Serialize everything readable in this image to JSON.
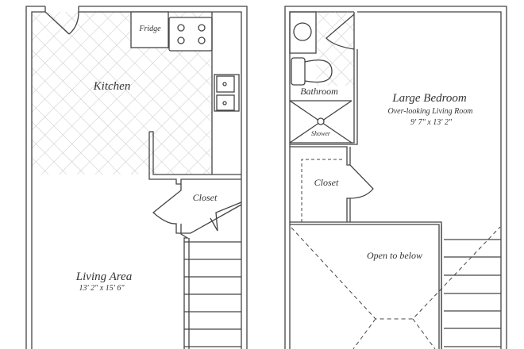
{
  "plans": {
    "first_floor": {
      "rooms": {
        "fridge": "Fridge",
        "kitchen": "Kitchen",
        "closet": "Closet",
        "living_area": "Living Area",
        "living_area_size": "13' 2\" x 15' 6\""
      }
    },
    "second_floor": {
      "rooms": {
        "bathroom": "Bathroom",
        "shower": "Shower",
        "large_bedroom": "Large Bedroom",
        "bedroom_note": "Over-looking Living Room",
        "bedroom_size": "9' 7\" x 13' 2\"",
        "closet": "Closet",
        "open_to_below": "Open to below"
      }
    }
  },
  "colors": {
    "wall": "#444444",
    "hatch": "#c8c8c8",
    "text": "#333333"
  }
}
